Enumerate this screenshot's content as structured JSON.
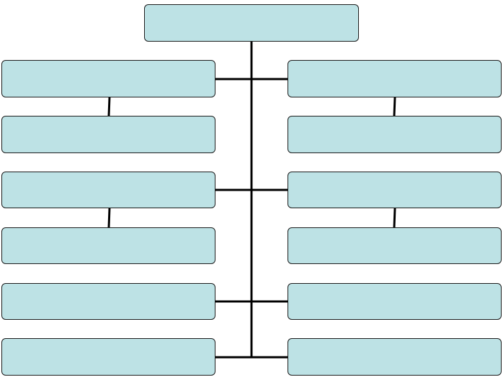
{
  "diagram": {
    "type": "org-chart",
    "box_fill": "#bde2e5",
    "line_color": "#000000",
    "root": {
      "id": "root",
      "label": ""
    },
    "rows": [
      {
        "left": {
          "id": "l1",
          "label": ""
        },
        "right": {
          "id": "r1",
          "label": ""
        }
      },
      {
        "left": {
          "id": "l2",
          "label": ""
        },
        "right": {
          "id": "r2",
          "label": ""
        }
      },
      {
        "left": {
          "id": "l3",
          "label": ""
        },
        "right": {
          "id": "r3",
          "label": ""
        }
      },
      {
        "left": {
          "id": "l4",
          "label": ""
        },
        "right": {
          "id": "r4",
          "label": ""
        }
      },
      {
        "left": {
          "id": "l5",
          "label": ""
        },
        "right": {
          "id": "r5",
          "label": ""
        }
      },
      {
        "left": {
          "id": "l6",
          "label": ""
        },
        "right": {
          "id": "r6",
          "label": ""
        }
      }
    ]
  }
}
